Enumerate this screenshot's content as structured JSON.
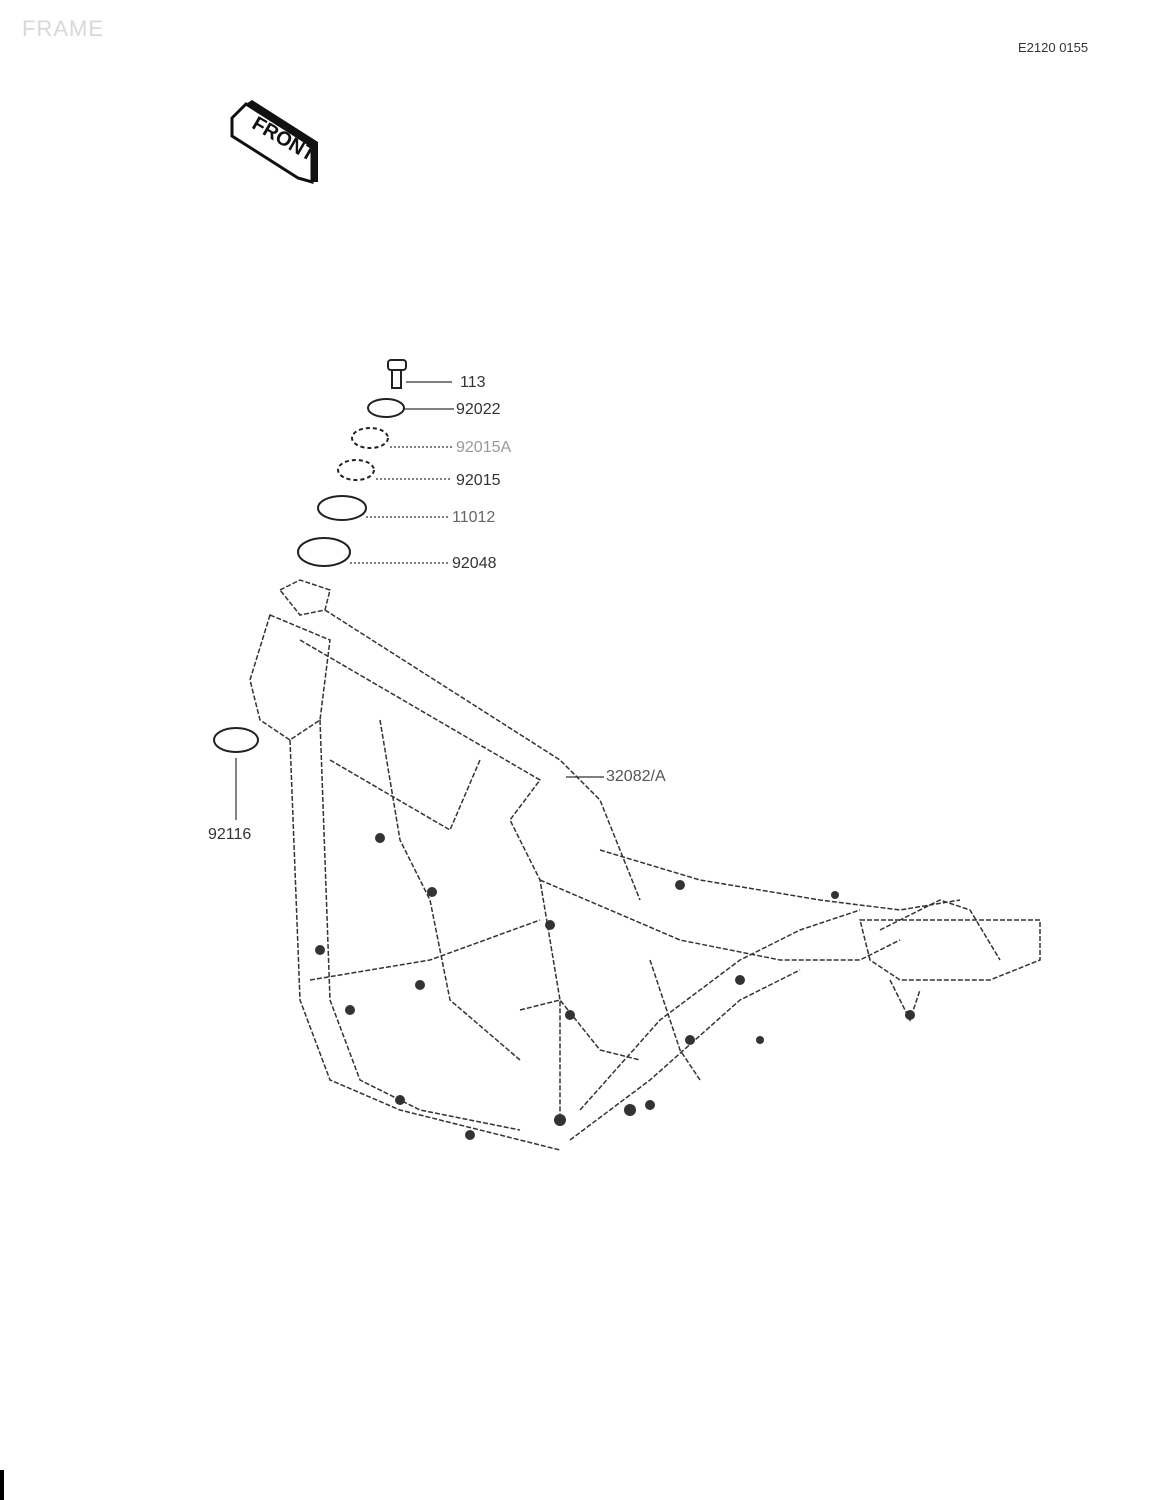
{
  "header": {
    "title": "FRAME",
    "diagram_code": "E2120 0155"
  },
  "front_marker": "FRONT",
  "parts": [
    {
      "number": "113"
    },
    {
      "number": "92022"
    },
    {
      "number": "92015A"
    },
    {
      "number": "92015"
    },
    {
      "number": "11012"
    },
    {
      "number": "92048"
    },
    {
      "number": "32082/A"
    },
    {
      "number": "92116"
    }
  ]
}
